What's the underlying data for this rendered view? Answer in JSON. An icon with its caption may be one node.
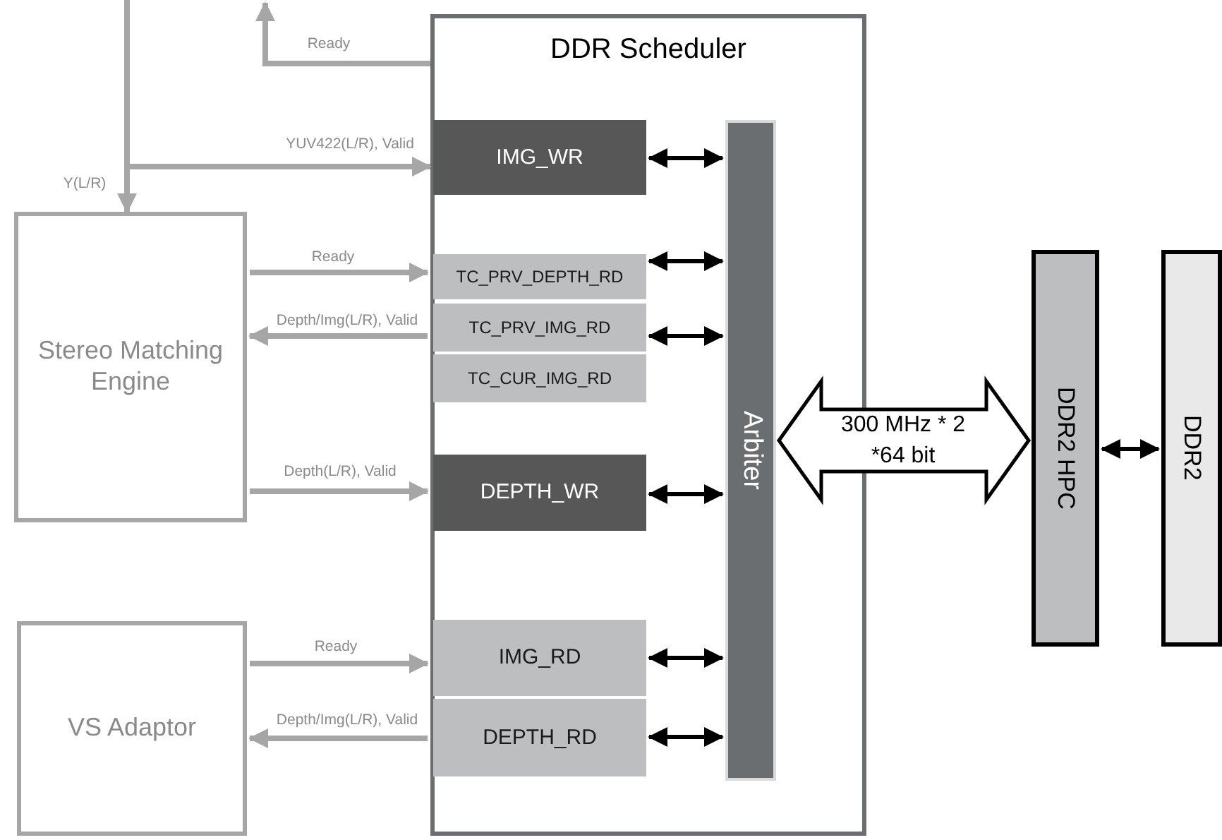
{
  "diagram": {
    "nodes": [
      {
        "text": [
          "DDR Scheduler"
        ]
      },
      {
        "text": [
          "IMG_WR"
        ],
        "in": 0
      },
      {
        "text": [
          "TC_PRV_DEPTH_RD"
        ],
        "in": 0
      },
      {
        "text": [
          "TC_PRV_IMG_RD"
        ],
        "in": 0
      },
      {
        "text": [
          "TC_CUR_IMG_RD"
        ],
        "in": 0
      },
      {
        "text": [
          "DEPTH_WR"
        ],
        "in": 0
      },
      {
        "text": [
          "IMG_RD"
        ],
        "in": 0
      },
      {
        "text": [
          "DEPTH_RD"
        ],
        "in": 0
      },
      {
        "text": [
          "Arbiter"
        ],
        "in": 0
      },
      {
        "text": [
          "Stereo Matching Engine"
        ]
      },
      {
        "text": [
          "VS Adaptor"
        ]
      },
      {
        "text": [
          "DDR2 HPC"
        ]
      },
      {
        "text": [
          "DDR2"
        ]
      }
    ],
    "edges": [
      {
        "from": null,
        "to": 9,
        "arrow": "to",
        "label": "Y(L/R)",
        "color": "#a6a6a6"
      },
      {
        "from": null,
        "to": 1,
        "arrow": "to",
        "label": "YUV422(L/R), Valid",
        "color": "#a6a6a6"
      },
      {
        "from": 0,
        "to": null,
        "arrow": "to",
        "label": "Ready",
        "color": "#a6a6a6"
      },
      {
        "from": 9,
        "to": 2,
        "arrow": "to",
        "label": "Ready",
        "color": "#a6a6a6"
      },
      {
        "from": 3,
        "to": 9,
        "arrow": "to",
        "label": "Depth/Img(L/R), Valid",
        "color": "#a6a6a6"
      },
      {
        "from": 9,
        "to": 5,
        "arrow": "to",
        "label": "Depth(L/R), Valid",
        "color": "#a6a6a6"
      },
      {
        "from": 10,
        "to": 6,
        "arrow": "to",
        "label": "Ready",
        "color": "#a6a6a6"
      },
      {
        "from": 7,
        "to": 10,
        "arrow": "to",
        "label": "Depth/Img(L/R), Valid",
        "color": "#a6a6a6"
      },
      {
        "from": 1,
        "to": 8,
        "arrow": "both",
        "color": "#000000"
      },
      {
        "from": 2,
        "to": 8,
        "arrow": "both",
        "color": "#000000"
      },
      {
        "from": 3,
        "to": 8,
        "arrow": "both",
        "color": "#000000"
      },
      {
        "from": 5,
        "to": 8,
        "arrow": "both",
        "color": "#000000"
      },
      {
        "from": 6,
        "to": 8,
        "arrow": "both",
        "color": "#000000"
      },
      {
        "from": 7,
        "to": 8,
        "arrow": "both",
        "color": "#000000"
      },
      {
        "from": 8,
        "to": 11,
        "arrow": "both",
        "label": "300 MHz * 2 *64 bit",
        "style": "thick",
        "color": "#000000"
      },
      {
        "from": 11,
        "to": 12,
        "arrow": "both",
        "color": "#000000"
      }
    ]
  }
}
